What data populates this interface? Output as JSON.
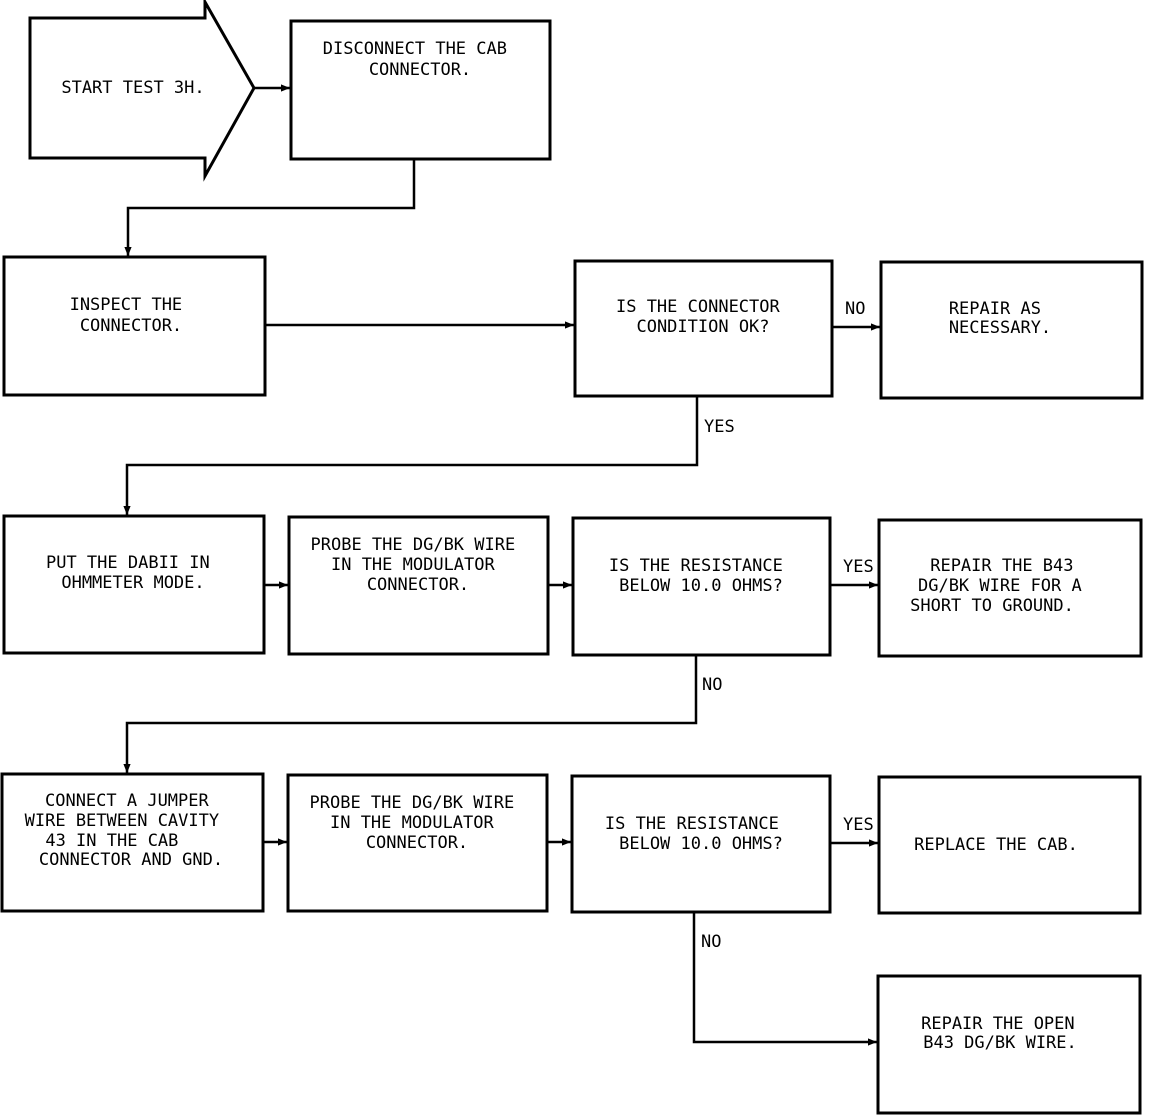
{
  "flowchart": {
    "start": {
      "lines": [
        "START TEST 3H."
      ]
    },
    "disconnect": {
      "lines": [
        "DISCONNECT THE CAB",
        "CONNECTOR."
      ]
    },
    "inspect": {
      "lines": [
        "INSPECT THE",
        "CONNECTOR."
      ]
    },
    "condition_ok": {
      "lines": [
        "IS THE CONNECTOR",
        "CONDITION OK?"
      ]
    },
    "repair_as_necessary": {
      "lines": [
        "REPAIR AS",
        "NECESSARY."
      ]
    },
    "put_dabit": {
      "lines": [
        "PUT THE DABII IN",
        "OHMMETER MODE."
      ]
    },
    "probe_1": {
      "lines": [
        "PROBE THE DG/BK WIRE",
        "IN THE MODULATOR",
        "CONNECTOR."
      ]
    },
    "resistance_1": {
      "lines": [
        "IS THE RESISTANCE",
        "BELOW 10.0 OHMS?"
      ]
    },
    "repair_short": {
      "lines": [
        "REPAIR THE B43",
        "DG/BK WIRE FOR A",
        "SHORT TO GROUND."
      ]
    },
    "connect_jumper": {
      "lines": [
        "CONNECT A JUMPER",
        "WIRE BETWEEN CAVITY",
        "43 IN THE CAB",
        "CONNECTOR AND GND."
      ]
    },
    "probe_2": {
      "lines": [
        "PROBE THE DG/BK WIRE",
        "IN THE MODULATOR",
        "CONNECTOR."
      ]
    },
    "resistance_2": {
      "lines": [
        "IS THE RESISTANCE",
        "BELOW 10.0 OHMS?"
      ]
    },
    "replace_cab": {
      "lines": [
        "REPLACE THE CAB."
      ]
    },
    "repair_open": {
      "lines": [
        "REPAIR THE OPEN",
        "B43 DG/BK WIRE."
      ]
    }
  },
  "labels": {
    "no_1": "NO",
    "yes_1": "YES",
    "yes_2": "YES",
    "no_2": "NO",
    "yes_3": "YES",
    "no_3": "NO"
  }
}
